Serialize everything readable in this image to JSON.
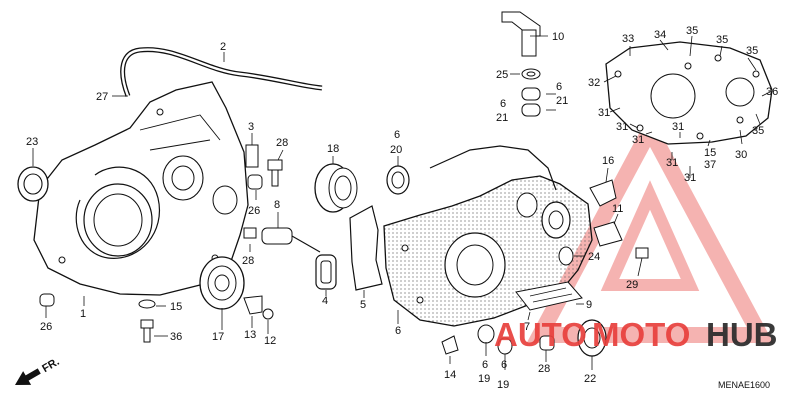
{
  "diagram_code": "MENAE1600",
  "direction_marker": "FR.",
  "watermark": {
    "prefix": "AUTO",
    "middle": "MOTO",
    "suffix": "HUB",
    "accent_color": "#e8403c",
    "dark_color": "#2a2a2a"
  },
  "callouts": {
    "c1": "1",
    "c2": "2",
    "c3": "3",
    "c4": "4",
    "c5": "5",
    "c6": "6",
    "c7": "7",
    "c8": "8",
    "c9": "9",
    "c10": "10",
    "c11": "11",
    "c12": "12",
    "c13": "13",
    "c14": "14",
    "c15": "15",
    "c16": "16",
    "c17": "17",
    "c18": "18",
    "c19": "19",
    "c20": "20",
    "c21": "21",
    "c22": "22",
    "c23": "23",
    "c24": "24",
    "c25": "25",
    "c26": "26",
    "c27": "27",
    "c28": "28",
    "c29": "29",
    "c30": "30",
    "c31": "31",
    "c32": "32",
    "c33": "33",
    "c34": "34",
    "c35": "35",
    "c36": "36",
    "c37": "37"
  }
}
